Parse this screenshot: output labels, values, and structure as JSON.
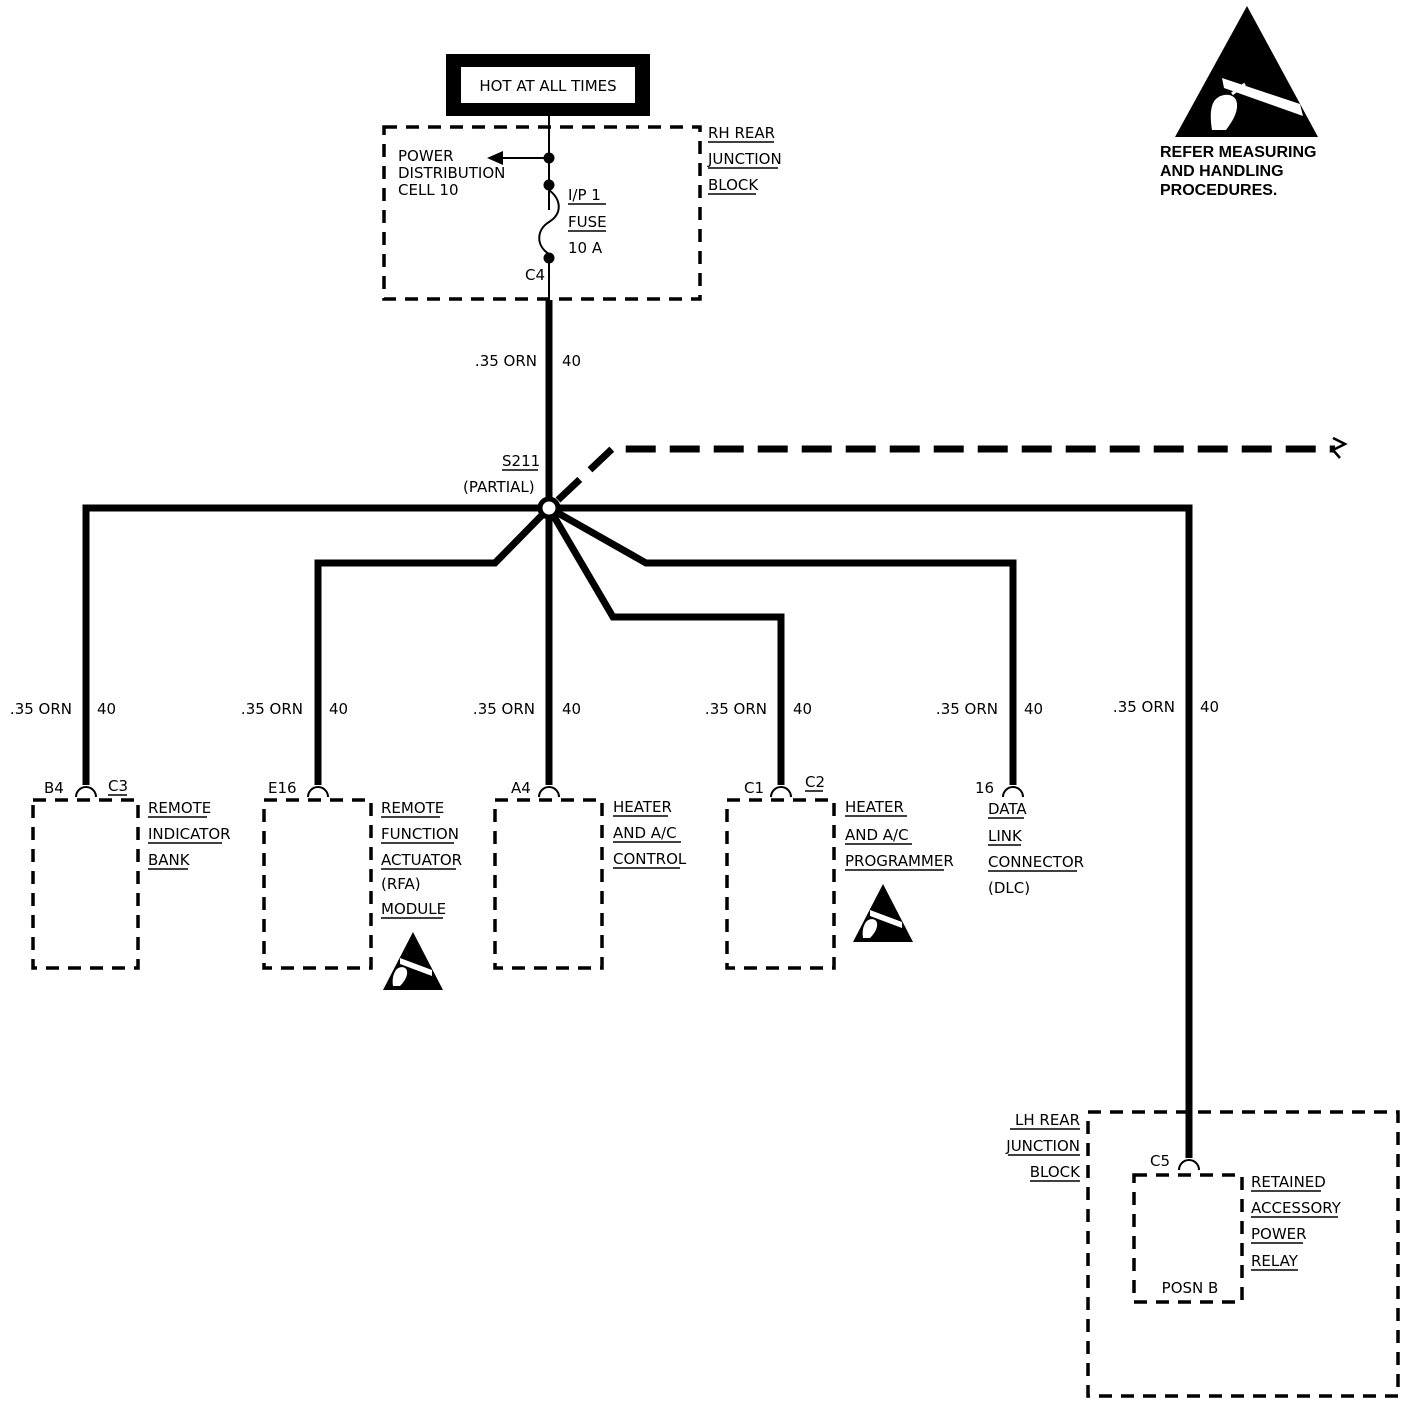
{
  "header": {
    "hot_label": "HOT AT ALL TIMES"
  },
  "esd_notice": {
    "line1": "REFER MEASURING",
    "line2": "AND HANDLING",
    "line3": "PROCEDURES.",
    "icon": "esd-warning-icon"
  },
  "rh_junction": {
    "name": [
      "RH REAR",
      "JUNCTION",
      "BLOCK"
    ],
    "power_dist": [
      "POWER",
      "DISTRIBUTION",
      "CELL 10"
    ],
    "fuse": [
      "I/P 1",
      "FUSE",
      "10 A"
    ],
    "connector": "C4"
  },
  "main_feed": {
    "gauge": ".35 ORN",
    "circuit": "40"
  },
  "splice": {
    "id": "S211",
    "note": "(PARTIAL)"
  },
  "branches": [
    {
      "gauge": ".35 ORN",
      "circuit": "40",
      "pin": "B4",
      "connector": "C3",
      "module": [
        "REMOTE",
        "INDICATOR",
        "BANK"
      ],
      "esd": false
    },
    {
      "gauge": ".35 ORN",
      "circuit": "40",
      "pin": "E16",
      "connector": "",
      "module": [
        "REMOTE",
        "FUNCTION",
        "ACTUATOR",
        "(RFA)",
        "MODULE"
      ],
      "esd": true
    },
    {
      "gauge": ".35 ORN",
      "circuit": "40",
      "pin": "A4",
      "connector": "",
      "module": [
        "HEATER",
        "AND A/C",
        "CONTROL"
      ],
      "esd": false
    },
    {
      "gauge": ".35 ORN",
      "circuit": "40",
      "pin": "C1",
      "connector": "C2",
      "module": [
        "HEATER",
        "AND A/C",
        "PROGRAMMER"
      ],
      "esd": true
    },
    {
      "gauge": ".35 ORN",
      "circuit": "40",
      "pin": "16",
      "connector": "",
      "module": [
        "DATA",
        "LINK",
        "CONNECTOR",
        "(DLC)"
      ],
      "esd": false
    },
    {
      "gauge": ".35 ORN",
      "circuit": "40",
      "pin": "C5",
      "connector": "",
      "module": [
        "RETAINED",
        "ACCESSORY",
        "POWER",
        "RELAY"
      ],
      "esd": false
    }
  ],
  "lh_junction": {
    "name": [
      "LH REAR",
      "JUNCTION",
      "BLOCK"
    ],
    "position": "POSN B"
  },
  "colors": {
    "ink": "#000000",
    "paper": "#ffffff"
  }
}
